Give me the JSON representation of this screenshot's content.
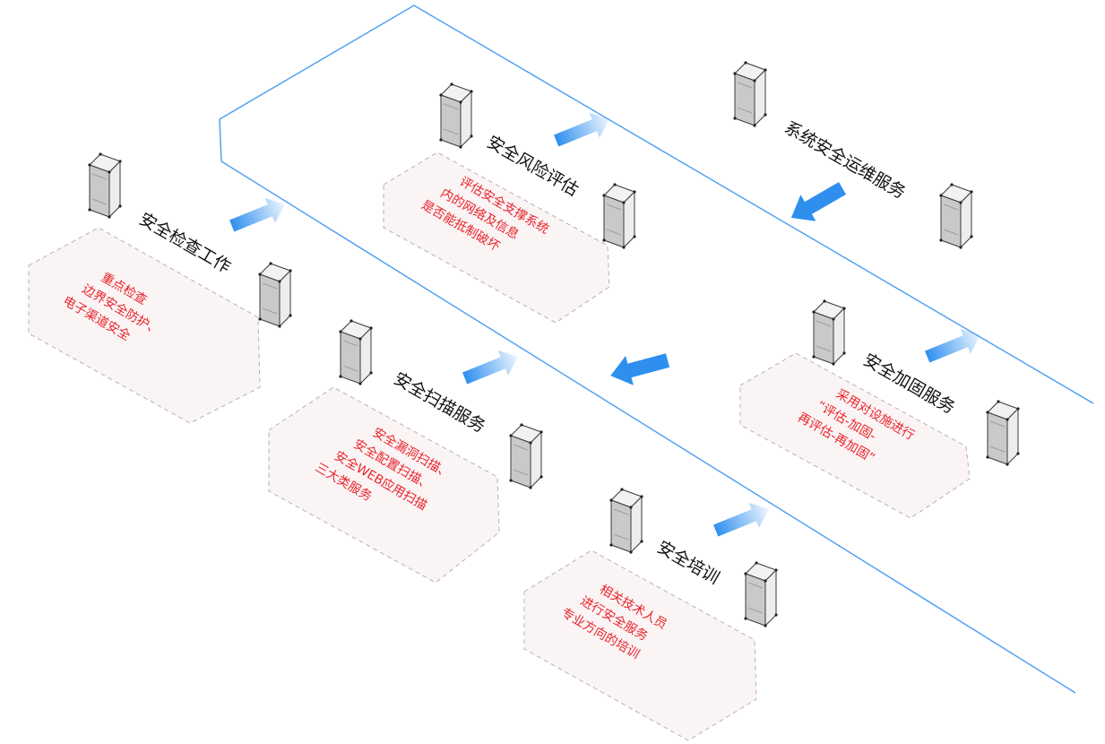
{
  "colors": {
    "boundary_line": "#4a9df0",
    "arrow": "#2f8fef",
    "note_text": "#e8232b",
    "note_fill": "#fbf4f4",
    "note_border": "#b8b0b0",
    "server_body": "#c9c9c9"
  },
  "icons": [
    "server-icon",
    "arrow-icon"
  ],
  "services": [
    {
      "title": "系统安全运维服务",
      "lines": []
    },
    {
      "title": "安全风险评估",
      "lines": [
        "评估安全支撑系统",
        "内的网络及信息",
        "是否能抵制破坏"
      ]
    },
    {
      "title": "安全检查工作",
      "lines": [
        "重点检查",
        "边界安全防护、",
        "电子渠道安全"
      ]
    },
    {
      "title": "安全扫描服务",
      "lines": [
        "安全漏洞扫描、",
        "安全配置扫描、",
        "安全WEB应用扫描",
        "三大类服务"
      ]
    },
    {
      "title": "安全加固服务",
      "lines": [
        "采用对设施进行",
        "“评估-加固-",
        "再评估-再加固”"
      ]
    },
    {
      "title": "安全培训",
      "lines": [
        "相关技术人员",
        "进行安全服务",
        "专业方向的培训"
      ]
    }
  ]
}
